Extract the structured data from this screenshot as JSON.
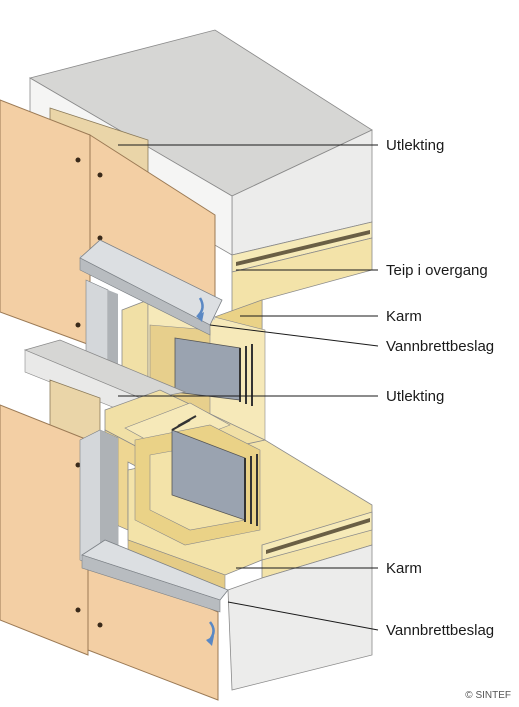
{
  "labels": {
    "utlekting_top": "Utlekting",
    "teip": "Teip i overgang",
    "karm_top": "Karm",
    "vannbrett_top": "Vannbrettbeslag",
    "utlekting_mid": "Utlekting",
    "karm_bottom": "Karm",
    "vannbrett_bottom": "Vannbrettbeslag"
  },
  "copyright": "© SINTEF",
  "colors": {
    "cladding": "#f3cfa4",
    "cladding_edge": "#c9a07a",
    "wall_face": "#ececeb",
    "wall_top": "#d4d4d2",
    "wall_dark": "#bdbdbb",
    "insulation": "#f6eab8",
    "frame": "#f1e0a6",
    "frame_dark": "#e0c98a",
    "wood": "#e9d6a8",
    "flashing": "#d7dadd",
    "glass": "#8e98a6",
    "leader": "#1a1a1a",
    "arrow": "#5a88c4"
  }
}
